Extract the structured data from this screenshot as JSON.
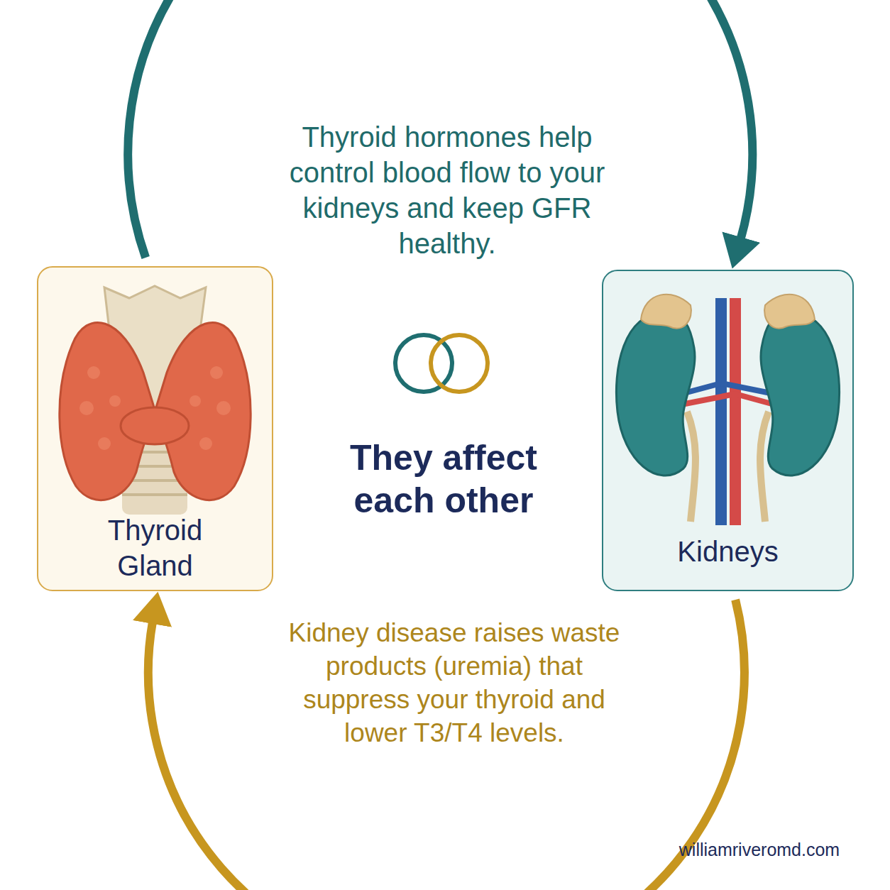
{
  "diagram": {
    "nodes": [
      {
        "text": [
          "Thyroid Gland"
        ]
      },
      {
        "text": [
          "Kidneys"
        ]
      }
    ],
    "edges": [
      {
        "from": 0,
        "to": 1,
        "arrow": "to",
        "label": "Thyroid hormones help control blood flow to your kidneys and keep GFR healthy."
      },
      {
        "from": 1,
        "to": 0,
        "arrow": "to",
        "label": "Kidney disease raises waste products (uremia) that suppress your thyroid and lower T3/T4 levels."
      }
    ],
    "labels": [
      "They affect each other",
      "williamriveromd.com"
    ]
  }
}
